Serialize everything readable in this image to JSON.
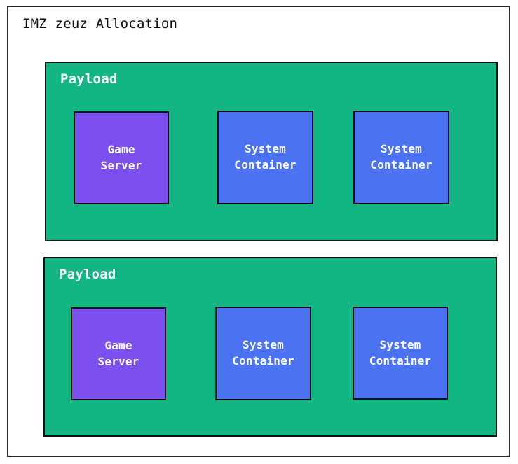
{
  "diagram": {
    "title": "IMZ zeuz Allocation",
    "colors": {
      "frame_border": "#2b2b2b",
      "payload_fill": "#13b583",
      "payload_border": "#111111",
      "game_server_fill": "#7b50ee",
      "system_container_fill": "#4b72f0",
      "node_border": "#111111",
      "node_text": "#ffffff",
      "title_text": "#111111",
      "background": "#ffffff"
    },
    "payloads": [
      {
        "label": "Payload",
        "nodes": [
          {
            "label": "Game\nServer",
            "kind": "game-server"
          },
          {
            "label": "System\nContainer",
            "kind": "system-container"
          },
          {
            "label": "System\nContainer",
            "kind": "system-container"
          }
        ]
      },
      {
        "label": "Payload",
        "nodes": [
          {
            "label": "Game\nServer",
            "kind": "game-server"
          },
          {
            "label": "System\nContainer",
            "kind": "system-container"
          },
          {
            "label": "System\nContainer",
            "kind": "system-container"
          }
        ]
      }
    ]
  }
}
